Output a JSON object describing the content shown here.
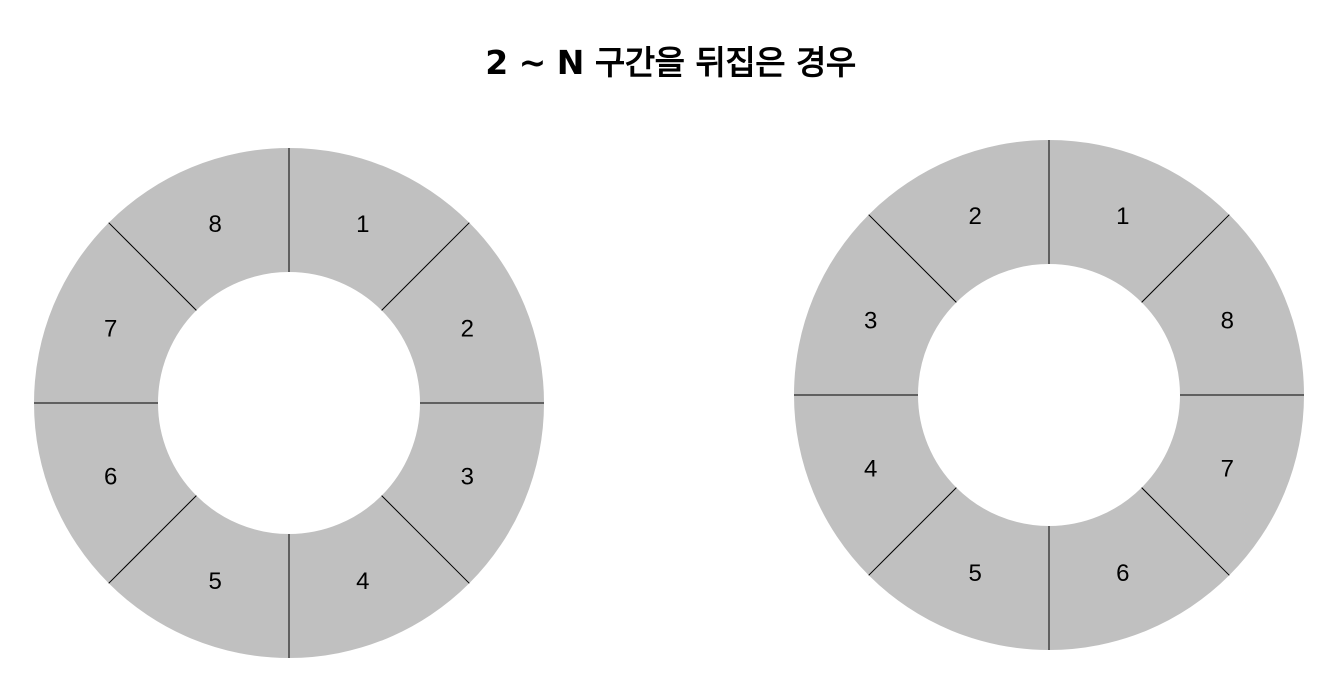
{
  "title": "2 ~ N 구간을 뒤집은 경우",
  "colors": {
    "segment_fill": "#c0c0c0",
    "divider": "#000000",
    "background": "#ffffff"
  },
  "rings": [
    {
      "name": "ring-original",
      "labels": [
        "1",
        "2",
        "3",
        "4",
        "5",
        "6",
        "7",
        "8"
      ]
    },
    {
      "name": "ring-reversed",
      "labels": [
        "1",
        "8",
        "7",
        "6",
        "5",
        "4",
        "3",
        "2"
      ]
    }
  ]
}
